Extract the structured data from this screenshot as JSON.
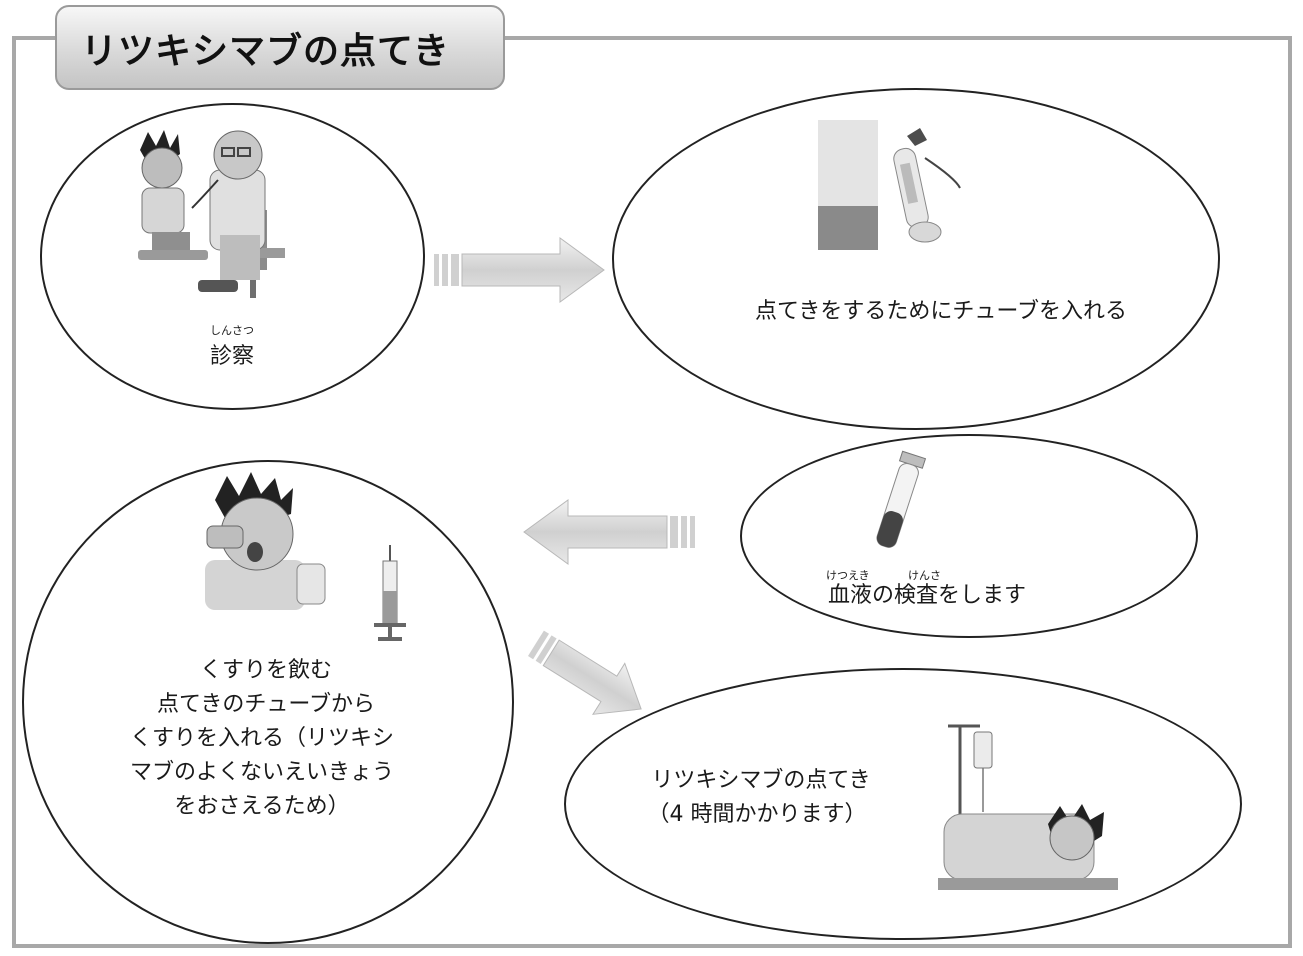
{
  "title": "リツキシマブの点てき",
  "steps": {
    "exam": {
      "ruby": "しんさつ",
      "label": "診察"
    },
    "tube": {
      "label": "点てきをするためにチューブを入れる"
    },
    "blood": {
      "ruby_1": "けつえき",
      "ruby_2": "けんさ",
      "label": "血液の検査をします"
    },
    "medicine": {
      "lines": [
        "くすりを飲む",
        "点てきのチューブから",
        "くすりを入れる（リツキシ",
        "マブのよくないえいきょう",
        "をおさえるため）"
      ]
    },
    "drip": {
      "lines": [
        "リツキシマブの点てき",
        "（4 時間かかります）"
      ]
    }
  },
  "icons": [
    "doctor-exam-icon",
    "iv-catheter-icon",
    "blood-tube-icon",
    "child-drinking-icon",
    "syringe-icon",
    "iv-drip-patient-icon",
    "arrow-right-icon",
    "arrow-left-icon",
    "arrow-down-right-icon"
  ]
}
